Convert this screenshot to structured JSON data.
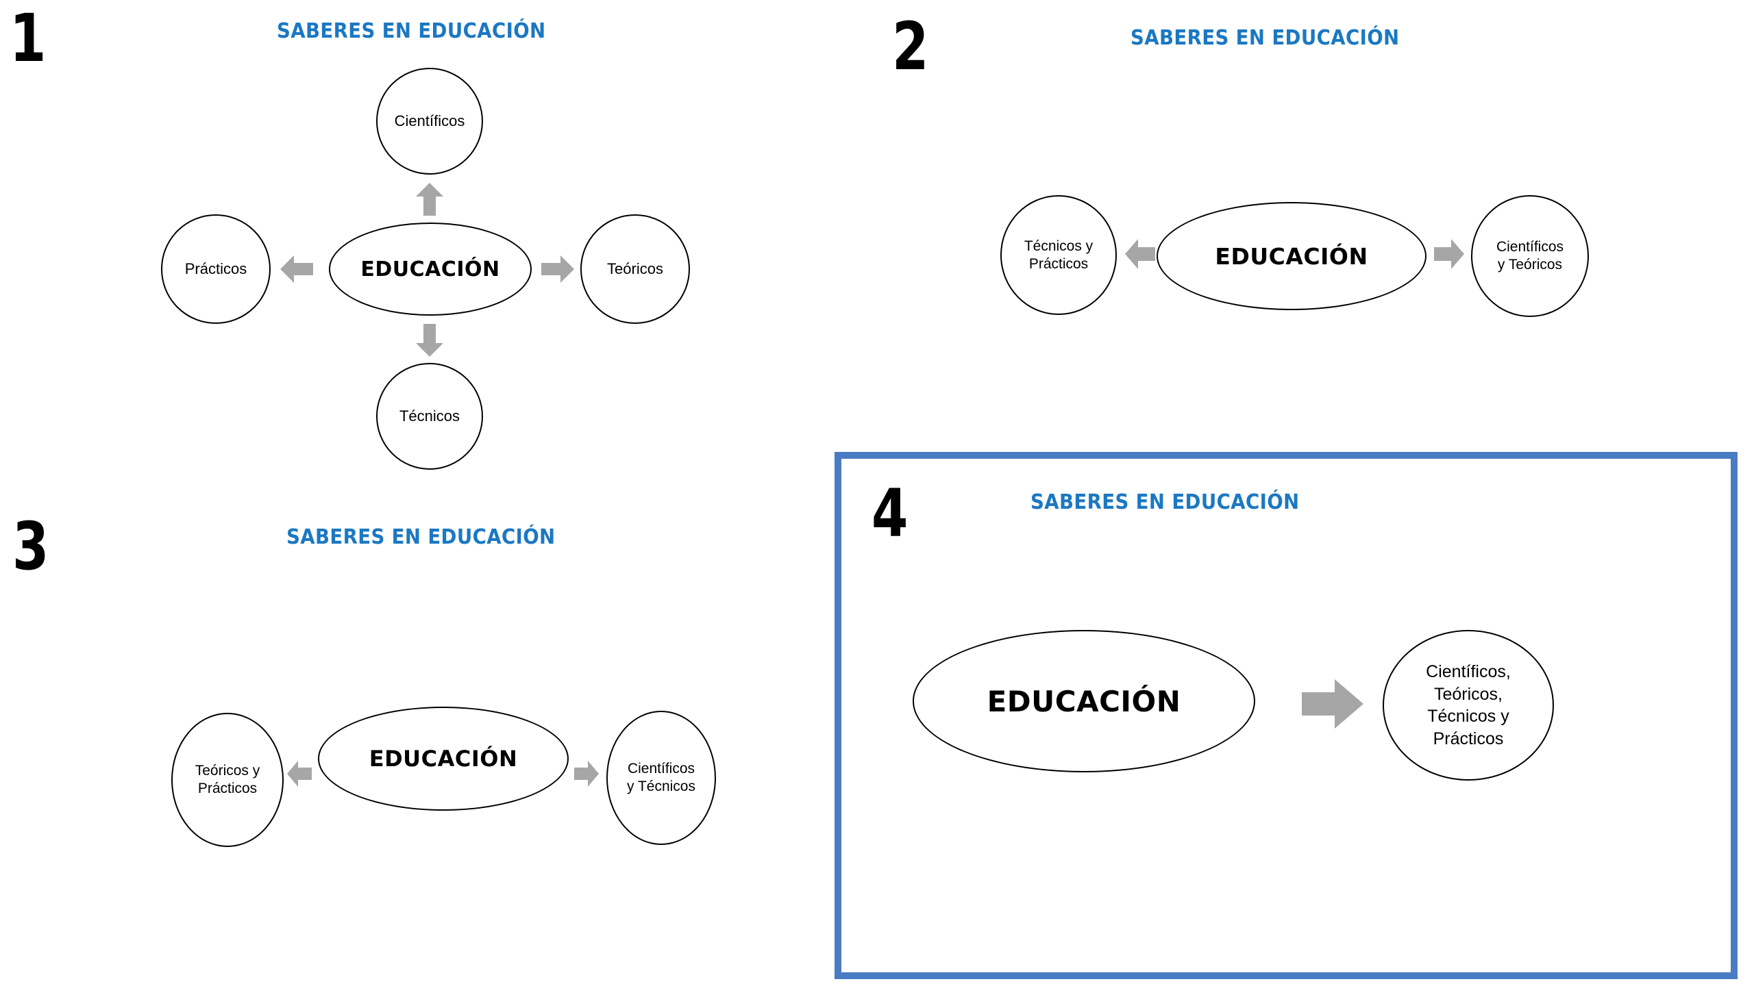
{
  "meta": {
    "accent_blue": "#1b78c2",
    "frame_blue": "#4a7cc4",
    "arrow_gray": "#a6a6a6",
    "shape_stroke": "#000000",
    "background": "#ffffff"
  },
  "panels": [
    {
      "number": "1",
      "title": "SABERES EN EDUCACIÓN",
      "center": "EDUCACIÓN",
      "nodes": [
        {
          "id": "top",
          "label": "Científicos",
          "direction": "up"
        },
        {
          "id": "right",
          "label": "Teóricos",
          "direction": "right"
        },
        {
          "id": "bottom",
          "label": "Técnicos",
          "direction": "down"
        },
        {
          "id": "left",
          "label": "Prácticos",
          "direction": "left"
        }
      ]
    },
    {
      "number": "2",
      "title": "SABERES EN EDUCACIÓN",
      "center": "EDUCACIÓN",
      "nodes": [
        {
          "id": "left",
          "label": "Técnicos y Prácticos",
          "line1": "Técnicos y",
          "line2": "Prácticos",
          "direction": "left"
        },
        {
          "id": "right",
          "label": "Científicos y Teóricos",
          "line1": "Científicos",
          "line2": "y Teóricos",
          "direction": "right"
        }
      ]
    },
    {
      "number": "3",
      "title": "SABERES EN EDUCACIÓN",
      "center": "EDUCACIÓN",
      "nodes": [
        {
          "id": "left",
          "label": "Teóricos y Prácticos",
          "line1": "Teóricos y",
          "line2": "Prácticos",
          "direction": "left"
        },
        {
          "id": "right",
          "label": "Científicos y Técnicos",
          "line1": "Científicos",
          "line2": "y Técnicos",
          "direction": "right"
        }
      ]
    },
    {
      "number": "4",
      "title": "SABERES EN EDUCACIÓN",
      "center": "EDUCACIÓN",
      "highlighted": true,
      "nodes": [
        {
          "id": "right",
          "label": "Científicos, Teóricos, Técnicos y Prácticos",
          "line1": "Científicos,",
          "line2": "Teóricos,",
          "line3": "Técnicos y",
          "line4": "Prácticos",
          "direction": "right"
        }
      ]
    }
  ]
}
